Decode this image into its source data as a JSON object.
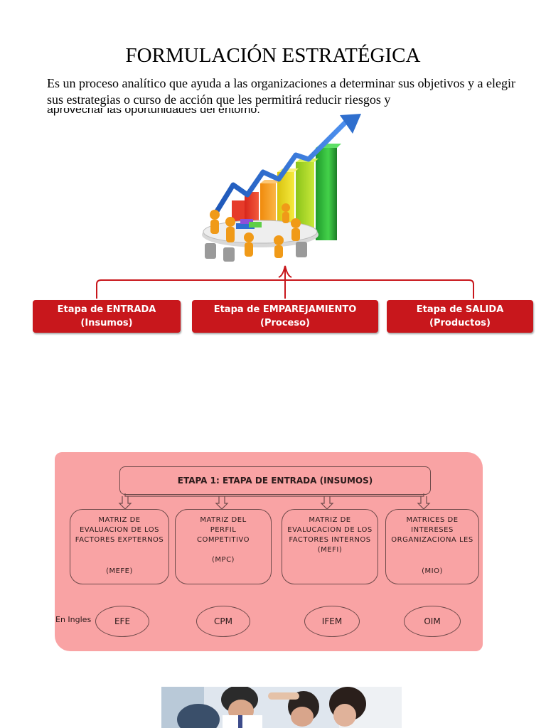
{
  "title": "FORMULACIÓN ESTRATÉGICA",
  "intro": {
    "text": "Es un proceso analítico que ayuda a las organizaciones a determinar sus objetivos y a elegir sus estrategias o curso de acción que les permitirá reducir riesgos y",
    "line3": "aprovechar las oportunidades del entorno."
  },
  "stages": [
    {
      "line1": "Etapa de ENTRADA",
      "line2": "(Insumos)"
    },
    {
      "line1": "Etapa de EMPAREJAMIENTO",
      "line2": "(Proceso)"
    },
    {
      "line1": "Etapa de SALIDA",
      "line2": "(Productos)"
    }
  ],
  "etapa1": {
    "title": "ETAPA 1: ETAPA DE ENTRADA (INSUMOS)",
    "matrices": [
      {
        "name": "MATRIZ DE EVALUACION DE LOS FACTORES EXPTERNOS",
        "abbr": "(MEFE)"
      },
      {
        "name": "MATRIZ DEL PERFIL COMPETITIVO",
        "abbr": "(MPC)"
      },
      {
        "name": "MATRIZ DE EVALUCACION DE LOS FACTORES INTERNOS (MEFI)",
        "abbr": ""
      },
      {
        "name": "MATRICES DE INTERESES ORGANIZACIONA LES",
        "abbr": "(MIO)"
      }
    ],
    "ingles_label": "En Ingles",
    "ingles": [
      "EFE",
      "CPM",
      "IFEM",
      "OIM"
    ]
  },
  "colors": {
    "stage_red": "#c8171c",
    "panel_pink": "#f9a3a4",
    "arrow_blue": "#2f6fce"
  }
}
